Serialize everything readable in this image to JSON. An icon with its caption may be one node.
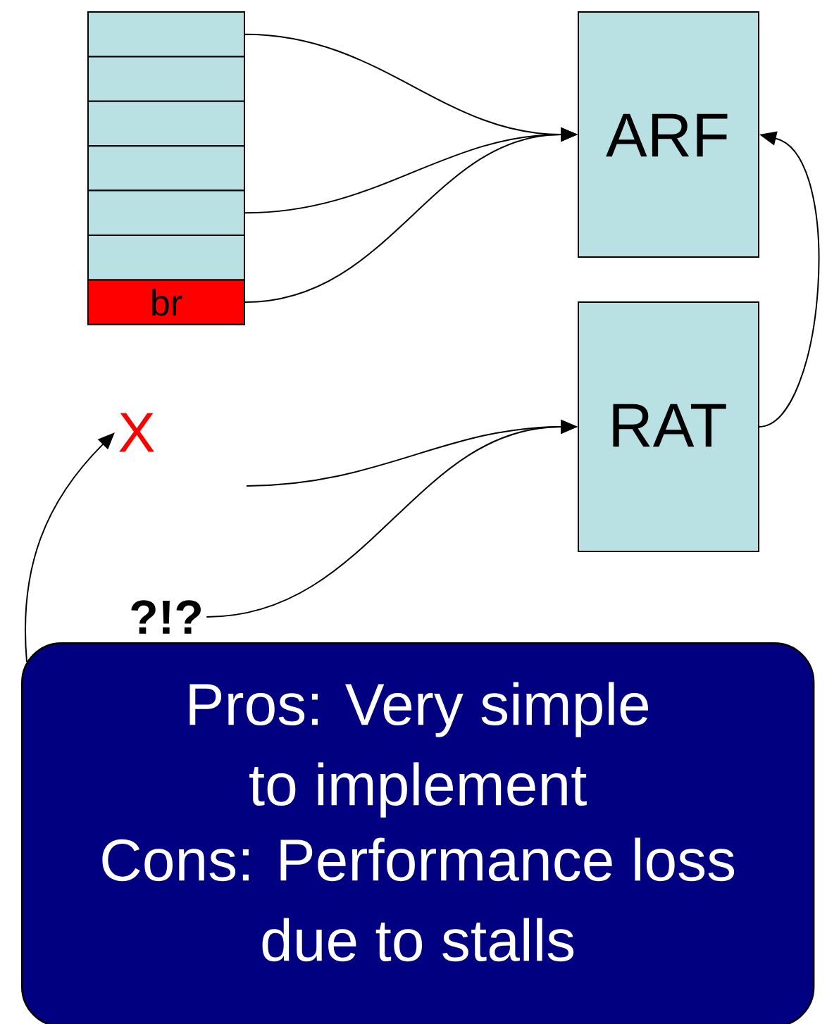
{
  "diagram": {
    "nodes": [
      {
        "text": [],
        "shape": "box"
      },
      {
        "text": [],
        "shape": "box"
      },
      {
        "text": [],
        "shape": "box"
      },
      {
        "text": [],
        "shape": "box"
      },
      {
        "text": [],
        "shape": "box"
      },
      {
        "text": [],
        "shape": "box"
      },
      {
        "text": [
          "br"
        ]
      },
      {
        "text": [
          "ARF"
        ]
      },
      {
        "text": [
          "RAT"
        ]
      },
      {
        "text": [
          "X"
        ]
      },
      {
        "text": [
          "?!?"
        ]
      },
      {
        "text": [
          "Pros: Very simple to implement",
          "Cons: Performance loss due to stalls"
        ]
      }
    ],
    "edges": [
      {
        "from": 0,
        "to": 7,
        "arrow": "to"
      },
      {
        "from": 4,
        "to": 7,
        "arrow": "to"
      },
      {
        "from": 6,
        "to": 7,
        "arrow": "to"
      },
      {
        "from": 8,
        "to": 7,
        "arrow": "to"
      },
      {
        "from": null,
        "to": 8,
        "arrow": "to"
      },
      {
        "from": 10,
        "to": 8,
        "arrow": "to"
      },
      {
        "from": 11,
        "to": 9,
        "arrow": "to"
      }
    ]
  }
}
